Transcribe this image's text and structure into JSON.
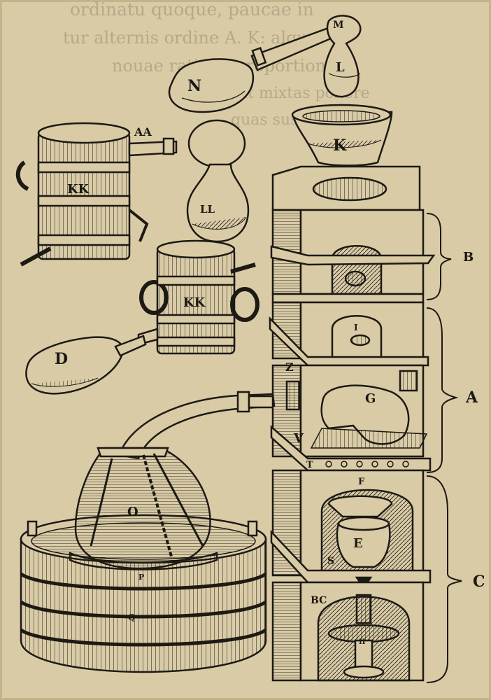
{
  "palette": {
    "paper": "#d9cba6",
    "ink": "#1d1a14",
    "faded": "#8d8066"
  },
  "bleed_text": [
    "ordinatu quoque, paucae in",
    "tur alternis ordine A. K: alque",
    "nouae ratione proportione",
    "ut mixtas ponere",
    "quas sustinet"
  ],
  "labels": {
    "M": "M",
    "L": "L",
    "N": "N",
    "K": "K",
    "AA": "AA",
    "KK_upper": "KK",
    "LL": "LL",
    "B": "B",
    "KK_lower": "KK",
    "D": "D",
    "I": "I",
    "Z": "Z",
    "G": "G",
    "A": "A",
    "V": "V",
    "T": "T",
    "O": "O",
    "F": "F",
    "E": "E",
    "S": "S",
    "C": "C",
    "P": "P",
    "Q": "Q",
    "BC": "BC",
    "H": "H"
  }
}
